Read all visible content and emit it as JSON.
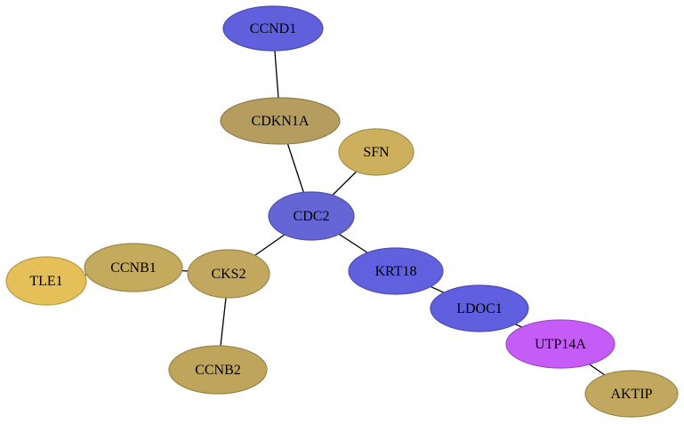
{
  "nodes": [
    {
      "id": "CCND1",
      "label": "CCND1",
      "color": "#6060dc"
    },
    {
      "id": "CDKN1A",
      "label": "CDKN1A",
      "color": "#b59c5f"
    },
    {
      "id": "SFN",
      "label": "SFN",
      "color": "#ccb05d"
    },
    {
      "id": "CDC2",
      "label": "CDC2",
      "color": "#6565d6"
    },
    {
      "id": "KRT18",
      "label": "KRT18",
      "color": "#6161e0"
    },
    {
      "id": "CKS2",
      "label": "CKS2",
      "color": "#c2a75e"
    },
    {
      "id": "CCNB1",
      "label": "CCNB1",
      "color": "#c4aa5c"
    },
    {
      "id": "TLE1",
      "label": "TLE1",
      "color": "#e5c058"
    },
    {
      "id": "CCNB2",
      "label": "CCNB2",
      "color": "#bfa55b"
    },
    {
      "id": "LDOC1",
      "label": "LDOC1",
      "color": "#5f5fdf"
    },
    {
      "id": "UTP14A",
      "label": "UTP14A",
      "color": "#c65cf7"
    },
    {
      "id": "AKTIP",
      "label": "AKTIP",
      "color": "#c2a75e"
    }
  ],
  "edges": [
    {
      "source": "CCND1",
      "target": "CDKN1A"
    },
    {
      "source": "CDKN1A",
      "target": "CDC2"
    },
    {
      "source": "SFN",
      "target": "CDC2"
    },
    {
      "source": "CDC2",
      "target": "CKS2"
    },
    {
      "source": "CDC2",
      "target": "KRT18"
    },
    {
      "source": "CKS2",
      "target": "CCNB1"
    },
    {
      "source": "CCNB1",
      "target": "TLE1"
    },
    {
      "source": "CKS2",
      "target": "CCNB2"
    },
    {
      "source": "KRT18",
      "target": "LDOC1"
    },
    {
      "source": "LDOC1",
      "target": "UTP14A"
    },
    {
      "source": "UTP14A",
      "target": "AKTIP"
    }
  ]
}
